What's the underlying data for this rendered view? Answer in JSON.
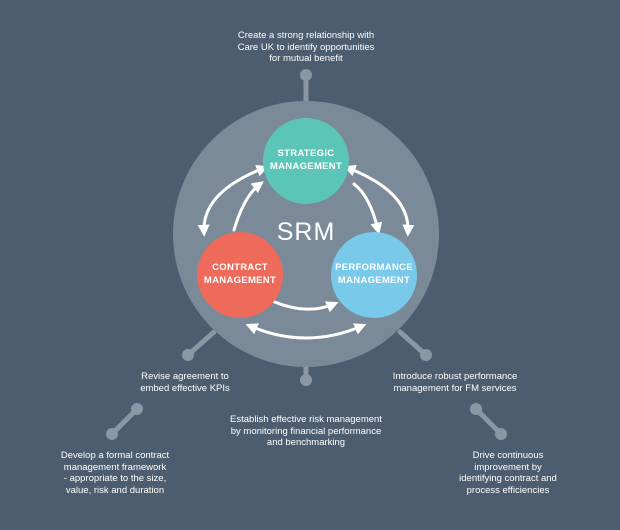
{
  "center_label": "SRM",
  "nodes": {
    "strategic": {
      "label": "STRATEGIC\nMANAGEMENT",
      "color": "#5bc6b8"
    },
    "contract": {
      "label": "CONTRACT\nMANAGEMENT",
      "color": "#ee6a5b"
    },
    "performance": {
      "label": "PERFORMANCE\nMANAGEMENT",
      "color": "#78c9ea"
    }
  },
  "colors": {
    "background": "#4b5d6e",
    "outer_circle": "#7a8a98",
    "connector": "#8a98a5",
    "arrow": "#ffffff"
  },
  "notes": {
    "top": "Create a strong relationship with\nCare UK to identify opportunities\nfor mutual benefit",
    "left": "Revise agreement to\nembed effective KPIs",
    "right": "Introduce robust performance\nmanagement for FM services",
    "bottom": "Establish effective risk management\nby monitoring financial performance\nand benchmarking",
    "far_left": "Develop a formal contract\nmanagement framework\n- appropriate to the size,\nvalue, risk and duration",
    "far_right": "Drive continuous\nimprovement by\nidentifying contract and\nprocess efficiencies"
  }
}
